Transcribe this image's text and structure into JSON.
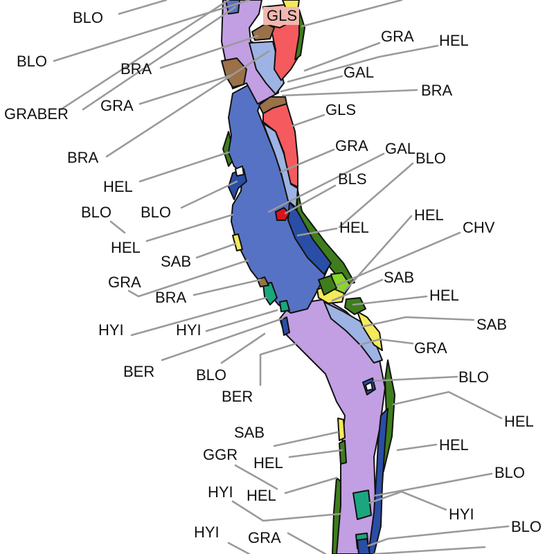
{
  "colors": {
    "lavender": "#c29ee3",
    "blue": "#5672c4",
    "light_blue": "#9db3e3",
    "dark_blue": "#2a4ea6",
    "red": "#f55a5e",
    "green": "#3e7d1c",
    "yellow": "#f4ea5a",
    "brown": "#9a7148",
    "teal": "#1aa67e",
    "pink": "#f0b8b0",
    "dark_red": "#d8141c",
    "lime": "#8ad62a",
    "leader": "#9a9a9a",
    "outline": "#111111"
  },
  "labels": [
    "BLO",
    "BLO",
    "BRA",
    "GRABER",
    "GRA",
    "BRA",
    "HEL",
    "BLO",
    "BLO",
    "HEL",
    "SAB",
    "GRA",
    "BRA",
    "HYI",
    "HYI",
    "BER",
    "BLO",
    "BER",
    "SAB",
    "GGR",
    "HEL",
    "HYI",
    "HEL",
    "HYI",
    "GRA",
    "GLS",
    "GRA",
    "HEL",
    "GAL",
    "BRA",
    "GLS",
    "GRA",
    "GAL",
    "BLO",
    "BLS",
    "HEL",
    "HEL",
    "CHV",
    "SAB",
    "HEL",
    "SAB",
    "GRA",
    "BLO",
    "HEL",
    "HEL",
    "BLO",
    "HYI",
    "BLO"
  ]
}
